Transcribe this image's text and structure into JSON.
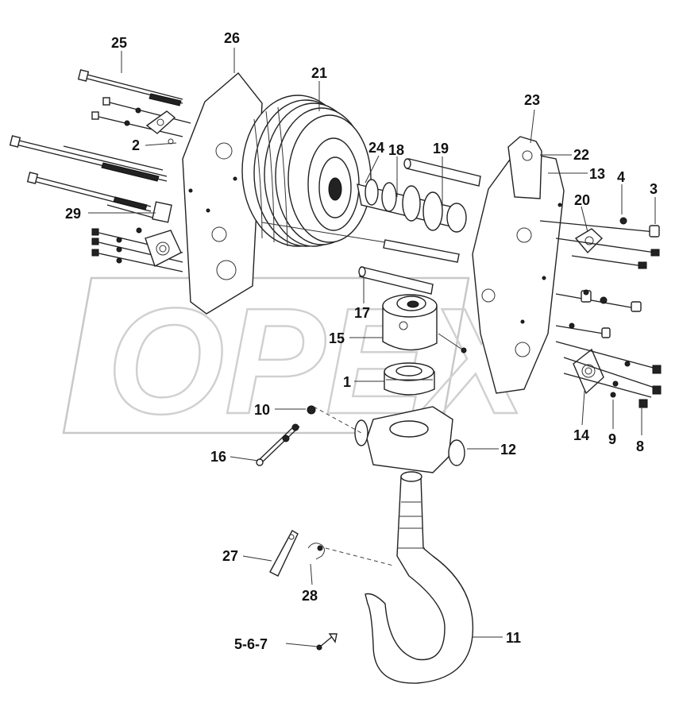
{
  "watermark": {
    "text": "OPEX"
  },
  "callouts": [
    {
      "id": "25",
      "text": "25"
    },
    {
      "id": "26",
      "text": "26"
    },
    {
      "id": "21",
      "text": "21"
    },
    {
      "id": "2",
      "text": "2"
    },
    {
      "id": "24",
      "text": "24"
    },
    {
      "id": "18",
      "text": "18"
    },
    {
      "id": "19",
      "text": "19"
    },
    {
      "id": "23",
      "text": "23"
    },
    {
      "id": "22",
      "text": "22"
    },
    {
      "id": "13",
      "text": "13"
    },
    {
      "id": "4",
      "text": "4"
    },
    {
      "id": "3",
      "text": "3"
    },
    {
      "id": "20",
      "text": "20"
    },
    {
      "id": "29",
      "text": "29"
    },
    {
      "id": "17",
      "text": "17"
    },
    {
      "id": "15",
      "text": "15"
    },
    {
      "id": "1",
      "text": "1"
    },
    {
      "id": "10",
      "text": "10"
    },
    {
      "id": "16",
      "text": "16"
    },
    {
      "id": "12",
      "text": "12"
    },
    {
      "id": "14",
      "text": "14"
    },
    {
      "id": "9",
      "text": "9"
    },
    {
      "id": "8",
      "text": "8"
    },
    {
      "id": "27",
      "text": "27"
    },
    {
      "id": "28",
      "text": "28"
    },
    {
      "id": "5-6-7",
      "text": "5-6-7"
    },
    {
      "id": "11",
      "text": "11"
    }
  ]
}
